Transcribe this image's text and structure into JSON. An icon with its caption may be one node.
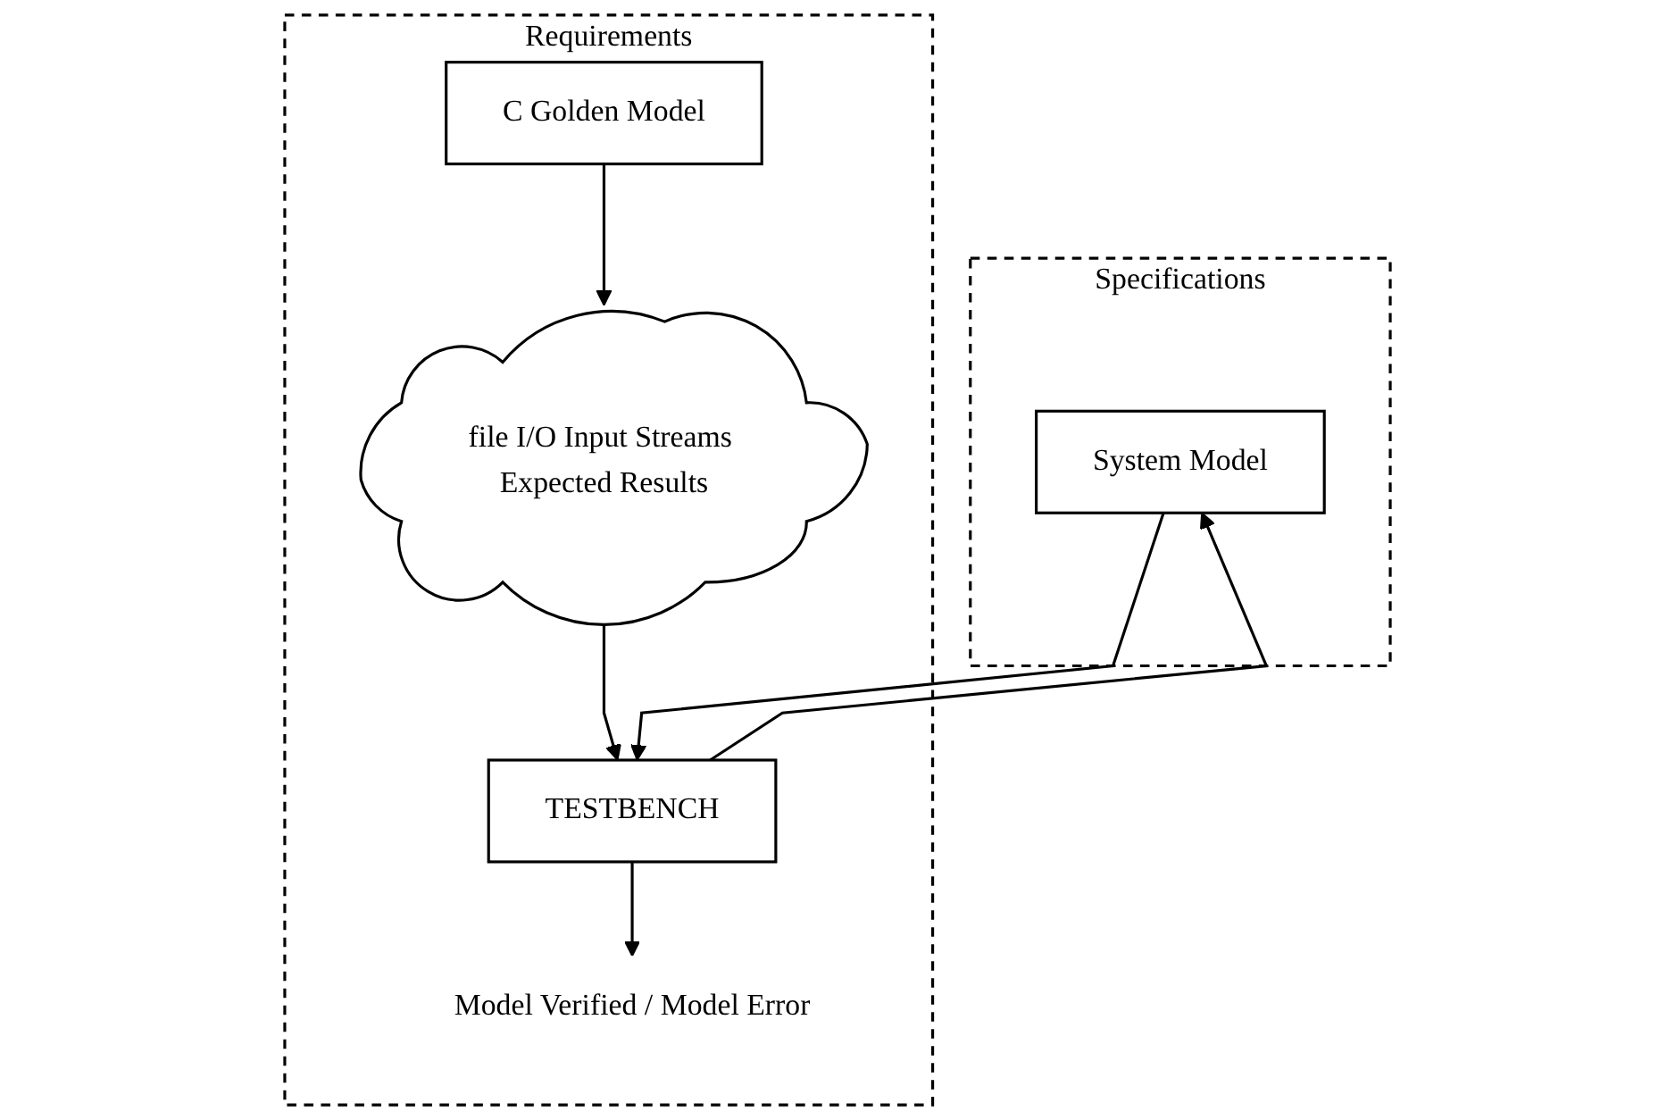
{
  "diagram": {
    "nodes": [
      {
        "text": [
          "Specifications"
        ]
      },
      {
        "text": [
          "System Model"
        ],
        "in": 0
      },
      {
        "text": [
          "Requirements"
        ]
      },
      {
        "text": [
          "TESTBENCH"
        ],
        "in": 2
      },
      {
        "text": [
          "file I/O Input Streams Expected Results"
        ],
        "in": 2
      },
      {
        "text": [
          "C Golden Model"
        ],
        "in": 2
      },
      {
        "text": [
          "Model Verified / Model Error"
        ],
        "in": 2
      }
    ],
    "edges": [
      {
        "from": 3,
        "to": 1,
        "arrow": "to"
      },
      {
        "from": 1,
        "to": 3,
        "arrow": "to"
      },
      {
        "from": 4,
        "to": 3,
        "arrow": "to"
      },
      {
        "from": 3,
        "to": 6,
        "arrow": "to"
      },
      {
        "from": 5,
        "to": 4,
        "arrow": "to"
      }
    ]
  }
}
